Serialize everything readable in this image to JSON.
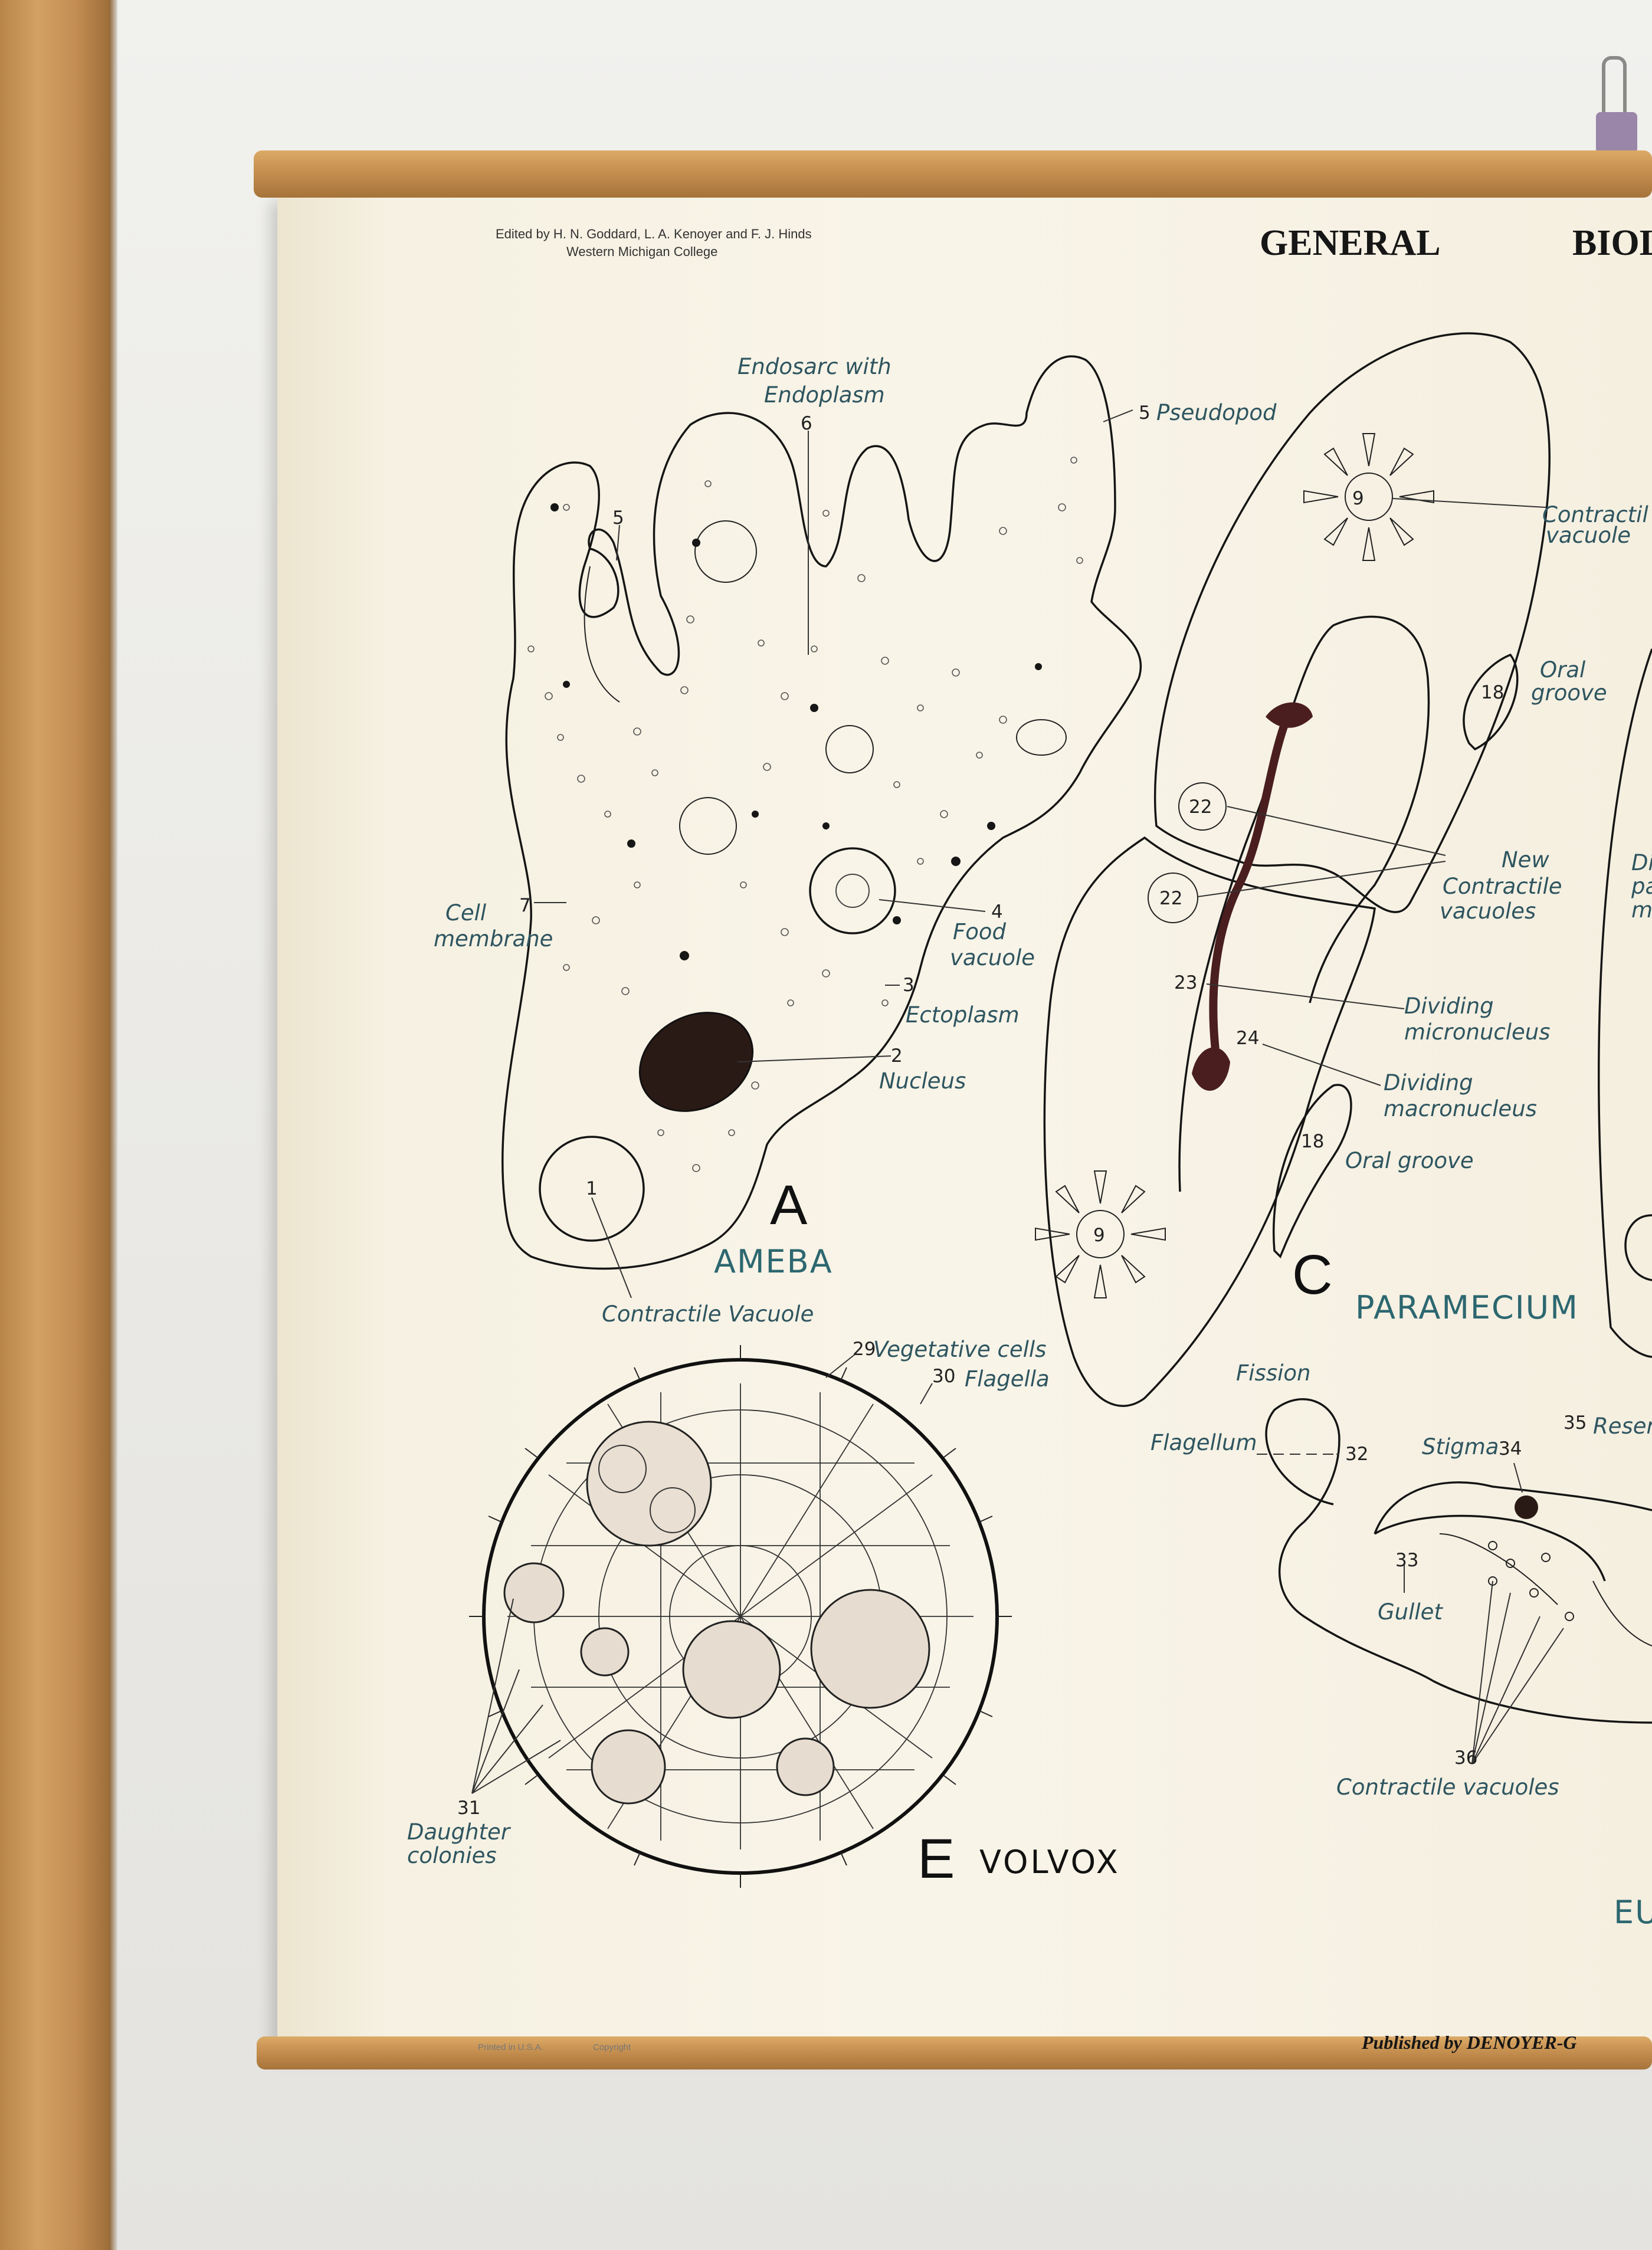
{
  "poster": {
    "editors": "Edited by H. N. Goddard, L. A. Kenoyer and F. J. Hinds",
    "institution": "Western Michigan College",
    "title_word_1": "GENERAL",
    "title_word_2_visible": "BIOL",
    "printed": "Printed in U.S.A.",
    "copyright": "Copyright",
    "publisher_visible": "Published by DENOYER-G"
  },
  "figures": {
    "ameba": {
      "letter": "A",
      "name": "AMEBA",
      "labels": {
        "endosarc_1": "Endosarc with",
        "endosarc_2": "Endoplasm",
        "pseudopod": "Pseudopod",
        "cell_membrane_1": "Cell",
        "cell_membrane_2": "membrane",
        "food_vacuole_1": "Food",
        "food_vacuole_2": "vacuole",
        "ectoplasm": "Ectoplasm",
        "nucleus": "Nucleus",
        "contractile_vacuole": "Contractile Vacuole"
      },
      "numbers": {
        "n1": "1",
        "n2": "2",
        "n3": "3",
        "n4": "4",
        "n5a": "5",
        "n5b": "5",
        "n6": "6",
        "n7": "7"
      }
    },
    "paramecium": {
      "letter": "C",
      "name": "PARAMECIUM",
      "labels": {
        "contractile_vacuole_1": "Contractil",
        "contractile_vacuole_2": "vacuole",
        "oral_groove_top_1": "Oral",
        "oral_groove_top_2": "groove",
        "new_cv_1": "New",
        "new_cv_2": "Contractile",
        "new_cv_3": "vacuoles",
        "div_micro_1": "Dividing",
        "div_micro_2": "micronucleus",
        "div_macro_1": "Dividing",
        "div_macro_2": "macronucleus",
        "oral_groove_bottom": "Oral groove",
        "edge_1": "Di",
        "edge_2": "pa",
        "edge_3": "mi"
      },
      "numbers": {
        "n9a": "9",
        "n9b": "9",
        "n18a": "18",
        "n18b": "18",
        "n22a": "22",
        "n22b": "22",
        "n23": "23",
        "n24": "24"
      }
    },
    "euglena": {
      "name_visible": "EU",
      "labels": {
        "fission": "Fission",
        "flagellum": "Flagellum",
        "stigma": "Stigma",
        "reservoir_visible": "Reser",
        "gullet": "Gullet",
        "contractile_vacuoles": "Contractile vacuoles"
      },
      "numbers": {
        "n32": "32",
        "n33": "33",
        "n34": "34",
        "n35": "35",
        "n36": "36"
      }
    },
    "volvox": {
      "letter": "E",
      "name": "VOLVOX",
      "labels": {
        "vegetative_cells": "Vegetative cells",
        "flagella": "Flagella",
        "daughter_1": "Daughter",
        "daughter_2": "colonies"
      },
      "numbers": {
        "n29": "29",
        "n30": "30",
        "n31": "31"
      }
    }
  }
}
